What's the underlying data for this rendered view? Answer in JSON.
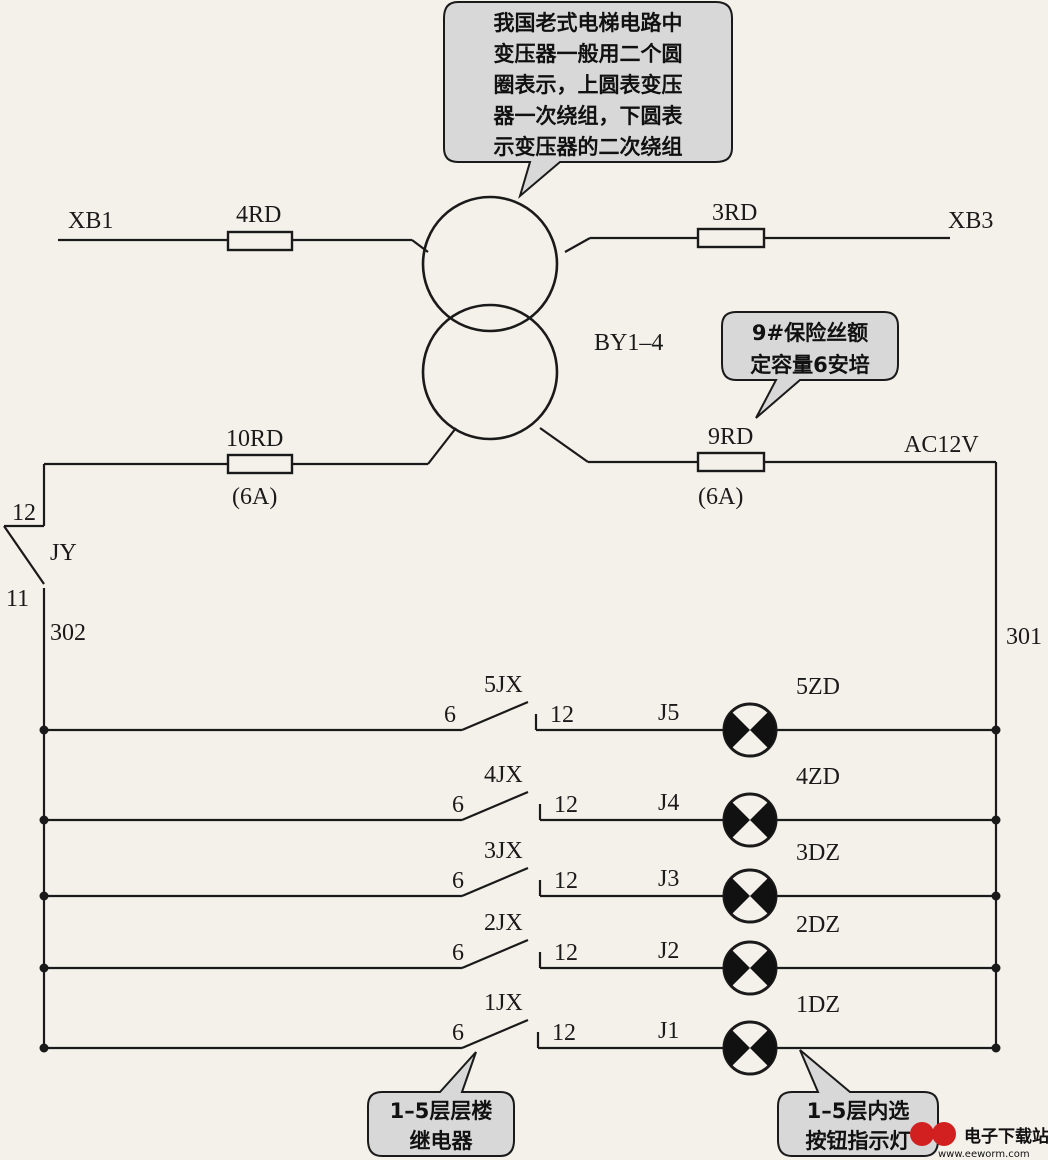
{
  "callouts": {
    "transformer": [
      "我国老式电梯电路中",
      "变压器一般用二个圆",
      "圈表示，上圆表变压",
      "器一次绕组，下圆表",
      "示变压器的二次绕组"
    ],
    "fuse9": [
      "9#保险丝额",
      "定容量6安培"
    ],
    "relay": [
      "1–5层层楼",
      "继电器"
    ],
    "lamp": [
      "1–5层内选",
      "按钮指示灯"
    ]
  },
  "labels": {
    "xb1": "XB1",
    "xb3": "XB3",
    "fuse4": "4RD",
    "fuse3": "3RD",
    "transformer": "BY1–4",
    "fuse10": "10RD",
    "fuse10_rating": "(6A)",
    "fuse9": "9RD",
    "fuse9_rating": "(6A)",
    "supply": "AC12V",
    "jy": "JY",
    "jy_top": "12",
    "jy_bottom": "11",
    "wire302": "302",
    "wire301": "301"
  },
  "rungs": [
    {
      "relay": "5JX",
      "left": "6",
      "right": "12",
      "wire": "J5",
      "lamp": "5ZD"
    },
    {
      "relay": "4JX",
      "left": "6",
      "right": "12",
      "wire": "J4",
      "lamp": "4ZD"
    },
    {
      "relay": "3JX",
      "left": "6",
      "right": "12",
      "wire": "J3",
      "lamp": "3DZ"
    },
    {
      "relay": "2JX",
      "left": "6",
      "right": "12",
      "wire": "J2",
      "lamp": "2DZ"
    },
    {
      "relay": "1JX",
      "left": "6",
      "right": "12",
      "wire": "J1",
      "lamp": "1DZ"
    }
  ],
  "watermark": {
    "brand": "电子下载站",
    "url": "www.eeworm.com"
  }
}
